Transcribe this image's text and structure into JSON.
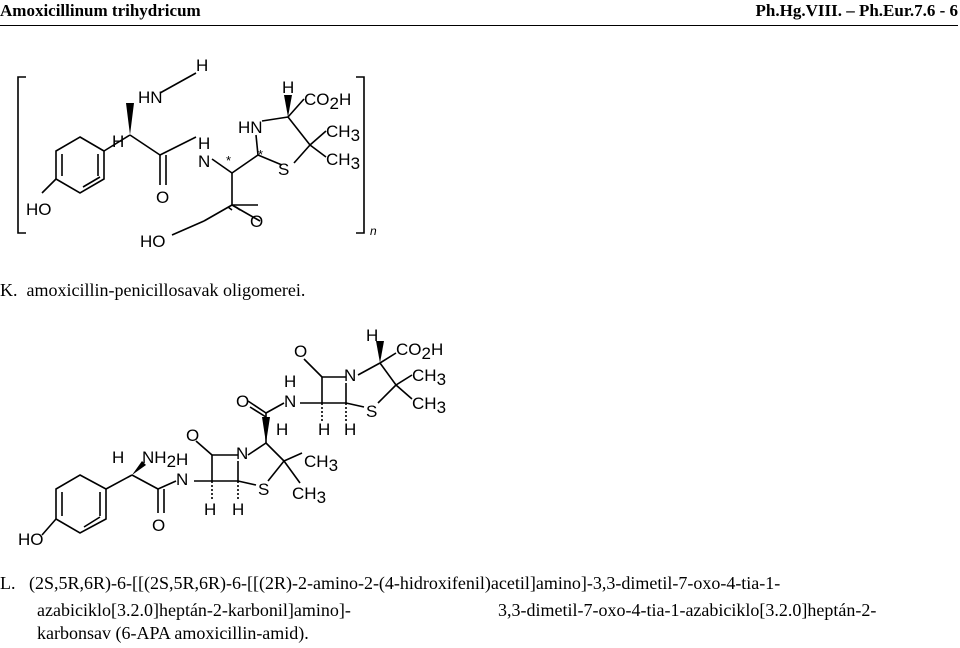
{
  "header": {
    "title": "Amoxicillinum trihydricum",
    "reference": "Ph.Hg.VIII. – Ph.Eur.7.6 - 6"
  },
  "structure_k": {
    "atoms": {
      "h_top": "H",
      "hn": "HN",
      "h_alpha": "H",
      "h_amide": "H",
      "n_amide": "N",
      "star1": "*",
      "star2": "*",
      "o_amide": "O",
      "ho_phenyl": "HO",
      "ho_acid": "HO",
      "o_acid": "O",
      "h_c3": "H",
      "co2h": "CO",
      "co2h_sub": "2",
      "co2h_h": "H",
      "hn_ring": "HN",
      "ch3_a": "CH",
      "ch3_a_sub": "3",
      "ch3_b": "CH",
      "ch3_b_sub": "3",
      "s": "S",
      "n_label": "n"
    }
  },
  "caption_k": {
    "letter": "K.",
    "text": "amoxicillin-penicillosavak oligomerei."
  },
  "structure_l": {
    "atoms": {
      "o_top": "O",
      "h_c3": "H",
      "co2h": "CO",
      "co2h_sub": "2",
      "co2h_h": "H",
      "n_ring": "N",
      "ch3_a": "CH",
      "ch3_a_sub": "3",
      "ch3_b": "CH",
      "ch3_b_sub": "3",
      "s_top": "S",
      "h_amide": "H",
      "n_amide": "N",
      "o_carbonyl": "O",
      "h6": "H",
      "h5": "H",
      "h_mid": "H",
      "o_lactam": "O",
      "n_ring2": "N",
      "ch3_c": "CH",
      "ch3_c_sub": "3",
      "ch3_d": "CH",
      "ch3_d_sub": "3",
      "s_bottom": "S",
      "h_alpha": "H",
      "nh2": "NH",
      "nh2_sub": "2",
      "h_amide2": "H",
      "n_amide2": "N",
      "o_amide2": "O",
      "h6b": "H",
      "h5b": "H",
      "ho": "HO"
    }
  },
  "caption_l": {
    "letter": "L.",
    "line1": "(2S,5R,6R)-6-[[(2S,5R,6R)-6-[[(2R)-2-amino-2-(4-hidroxifenil)acetil]amino]-3,3-dimetil-7-oxo-4-tia-1-",
    "line2a": "azabiciklo[3.2.0]heptán-2-karbonil]amino]-",
    "line2b": "3,3-dimetil-7-oxo-4-tia-1-azabiciklo[3.2.0]heptán-2-",
    "line3": "karbonsav (6-APA amoxicillin-amid)."
  }
}
